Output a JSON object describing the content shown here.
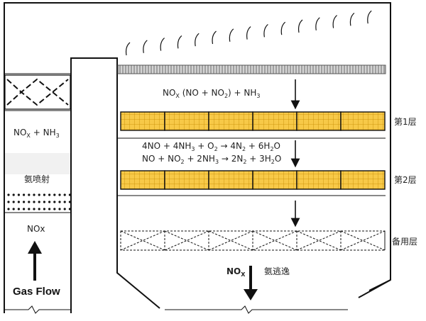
{
  "left_duct": {
    "mixture_label": "NO",
    "mixture_sub": "X",
    "mixture_tail": " + NH",
    "mixture_tail_sub": "3",
    "injection_label": "氨喷射",
    "inlet_label": "NOx",
    "flow_label": "Gas Flow"
  },
  "reactor": {
    "inlet_reactants": {
      "a": "NO",
      "a_sub": "X",
      "b": " (NO + NO",
      "b_sub": "2",
      "c": ") + NH",
      "c_sub": "3"
    },
    "reaction_1": {
      "p1": "4NO + 4NH",
      "s1": "3",
      "p2": " + O",
      "s2": "2",
      "p3": " → 4N",
      "s3": "2",
      "p4": " + 6H",
      "s4": "2",
      "p5": "O"
    },
    "reaction_2": {
      "p1": "NO + NO",
      "s1": "2",
      "p2": " + 2NH",
      "s2": "3",
      "p3": " → 2N",
      "s3": "2",
      "p4": " + 3H",
      "s4": "2",
      "p5": "O"
    },
    "layer_1_label": "第1层",
    "layer_2_label": "第2层",
    "spare_layer_label": "备用层",
    "outlet_label": "NO",
    "outlet_sub": "X",
    "slip_label": "氨逃逸"
  },
  "colors": {
    "catalyst_fill": "#f7c948",
    "catalyst_grid": "#c58a00",
    "grating": "#9a9a9a",
    "wall": "#111111"
  }
}
